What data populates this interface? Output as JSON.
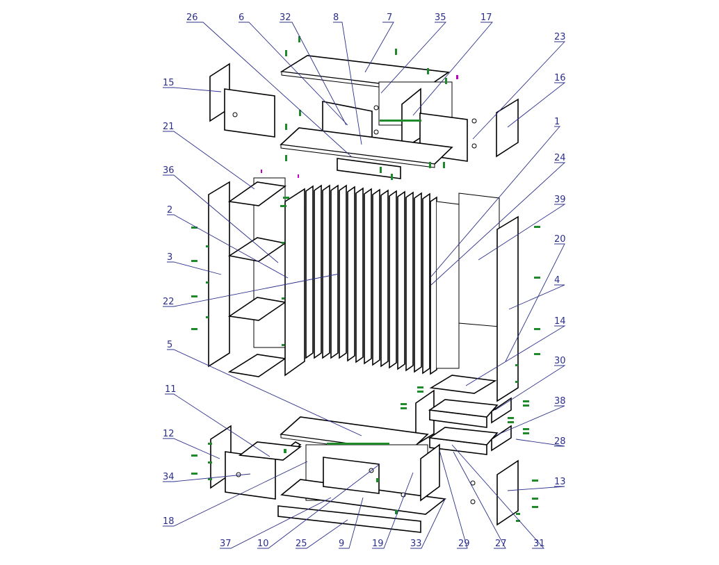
{
  "diagram": {
    "type": "exploded-assembly-drawing",
    "colors": {
      "callout": "#2b2f8a",
      "fitting": "#1f8a2a",
      "marker": "#c000c0",
      "part_outline": "#000000"
    },
    "callouts": [
      {
        "id": "26",
        "label": "26"
      },
      {
        "id": "6",
        "label": "6"
      },
      {
        "id": "32",
        "label": "32"
      },
      {
        "id": "8",
        "label": "8"
      },
      {
        "id": "7",
        "label": "7"
      },
      {
        "id": "35",
        "label": "35"
      },
      {
        "id": "17",
        "label": "17"
      },
      {
        "id": "23",
        "label": "23"
      },
      {
        "id": "16",
        "label": "16"
      },
      {
        "id": "15",
        "label": "15"
      },
      {
        "id": "21",
        "label": "21"
      },
      {
        "id": "1",
        "label": "1"
      },
      {
        "id": "24",
        "label": "24"
      },
      {
        "id": "36",
        "label": "36"
      },
      {
        "id": "39",
        "label": "39"
      },
      {
        "id": "2",
        "label": "2"
      },
      {
        "id": "20",
        "label": "20"
      },
      {
        "id": "3",
        "label": "3"
      },
      {
        "id": "4",
        "label": "4"
      },
      {
        "id": "22",
        "label": "22"
      },
      {
        "id": "14",
        "label": "14"
      },
      {
        "id": "5",
        "label": "5"
      },
      {
        "id": "30",
        "label": "30"
      },
      {
        "id": "38",
        "label": "38"
      },
      {
        "id": "11",
        "label": "11"
      },
      {
        "id": "28",
        "label": "28"
      },
      {
        "id": "12",
        "label": "12"
      },
      {
        "id": "13",
        "label": "13"
      },
      {
        "id": "34",
        "label": "34"
      },
      {
        "id": "18",
        "label": "18"
      },
      {
        "id": "37",
        "label": "37"
      },
      {
        "id": "10",
        "label": "10"
      },
      {
        "id": "25",
        "label": "25"
      },
      {
        "id": "9",
        "label": "9"
      },
      {
        "id": "19",
        "label": "19"
      },
      {
        "id": "33",
        "label": "33"
      },
      {
        "id": "29",
        "label": "29"
      },
      {
        "id": "27",
        "label": "27"
      },
      {
        "id": "31",
        "label": "31"
      }
    ]
  }
}
